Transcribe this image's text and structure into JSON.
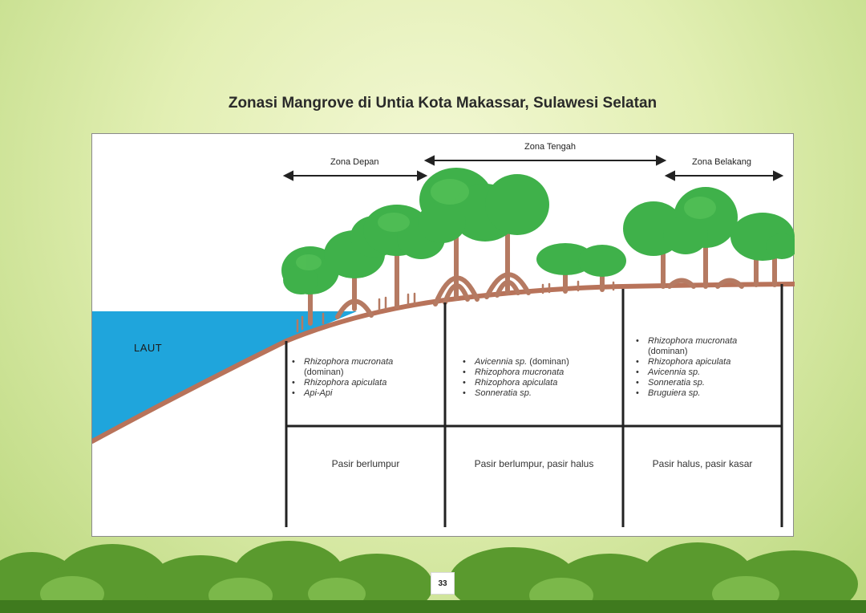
{
  "title": "Zonasi Mangrove di Untia Kota Makassar, Sulawesi Selatan",
  "colors": {
    "sea": "#1fa5dc",
    "soil": "#b8735a",
    "foliage": "#3fb14a",
    "trunk": "#b57a62",
    "line": "#222222"
  },
  "sea_label": "LAUT",
  "zones": {
    "depan": {
      "label": "Zona Depan",
      "species": [
        {
          "name": "Rhizophora mucronata",
          "note": "(dominan)"
        },
        {
          "name": "Rhizophora apiculata",
          "note": ""
        },
        {
          "name": "Api-Api",
          "note": ""
        }
      ],
      "substrate": "Pasir berlumpur"
    },
    "tengah": {
      "label": "Zona Tengah",
      "species": [
        {
          "name": "Avicennia sp.",
          "note": "(dominan)"
        },
        {
          "name": "Rhizophora mucronata",
          "note": ""
        },
        {
          "name": "Rhizophora apiculata",
          "note": ""
        },
        {
          "name": "Sonneratia sp.",
          "note": ""
        }
      ],
      "substrate": "Pasir berlumpur, pasir halus"
    },
    "belakang": {
      "label": "Zona Belakang",
      "species": [
        {
          "name": "Rhizophora mucronata",
          "note": "(dominan)"
        },
        {
          "name": "Rhizophora apiculata",
          "note": ""
        },
        {
          "name": "Avicennia sp.",
          "note": ""
        },
        {
          "name": "Sonneratia sp.",
          "note": ""
        },
        {
          "name": "Bruguiera sp.",
          "note": ""
        }
      ],
      "substrate": "Pasir halus, pasir kasar"
    }
  },
  "page_number": "33"
}
